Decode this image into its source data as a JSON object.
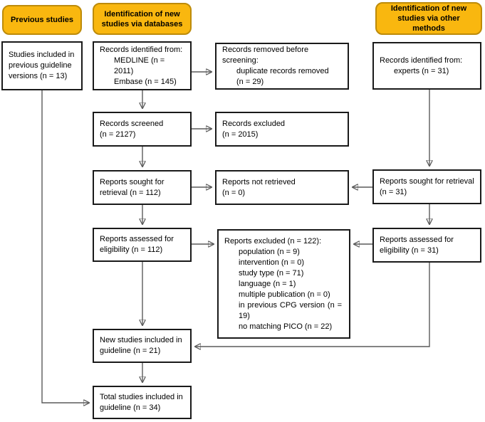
{
  "headers": {
    "previous": "Previous studies",
    "databases": "Identification of new studies via databases",
    "other_methods": "Identification of new studies via other methods"
  },
  "boxes": {
    "previous_included": {
      "lines": [
        "Studies included in",
        "previous guideline",
        "versions (n = 13)"
      ]
    },
    "records_identified": {
      "intro": "Records identified from:",
      "items": [
        "MEDLINE (n = 2011)",
        "Embase (n = 145)"
      ]
    },
    "records_removed": {
      "intro": "Records removed before screening:",
      "items": [
        "duplicate records removed",
        "(n = 29)"
      ]
    },
    "experts_identified": {
      "intro": "Records identified from:",
      "items": [
        "experts (n = 31)"
      ]
    },
    "records_screened": {
      "lines": [
        "Records screened",
        "(n = 2127)"
      ]
    },
    "records_excluded": {
      "lines": [
        "Records excluded",
        "(n = 2015)"
      ]
    },
    "reports_sought": {
      "lines": [
        "Reports sought for",
        "retrieval (n = 112)"
      ]
    },
    "reports_not_retrieved": {
      "lines": [
        "Reports not retrieved",
        "(n = 0)"
      ]
    },
    "reports_sought_other": {
      "lines": [
        "Reports sought for retrieval",
        "(n = 31)"
      ]
    },
    "reports_assessed": {
      "lines": [
        "Reports assessed for",
        "eligibility (n = 112)"
      ]
    },
    "reports_excluded": {
      "title": "Reports excluded (n = 122):",
      "reasons": [
        "population (n = 9)",
        "intervention (n = 0)",
        "study type (n = 71)",
        "language (n = 1)",
        "multiple publication (n = 0)",
        "in previous CPG version (n =",
        "19)",
        "no matching PICO (n = 22)"
      ]
    },
    "reports_assessed_other": {
      "lines": [
        "Reports assessed for",
        "eligibility (n = 31)"
      ]
    },
    "new_included": {
      "lines": [
        "New studies included in",
        "guideline (n = 21)"
      ]
    },
    "total_included": {
      "lines": [
        "Total studies included in",
        "guideline (n = 34)"
      ]
    }
  },
  "colors": {
    "header_fill": "#F9B70F",
    "header_border": "#BD8B0A",
    "box_border": "#1A1A1A",
    "arrow_line": "#5A5A5A",
    "arrow_head": "#111111",
    "page_bg": "#FFFFFF"
  }
}
